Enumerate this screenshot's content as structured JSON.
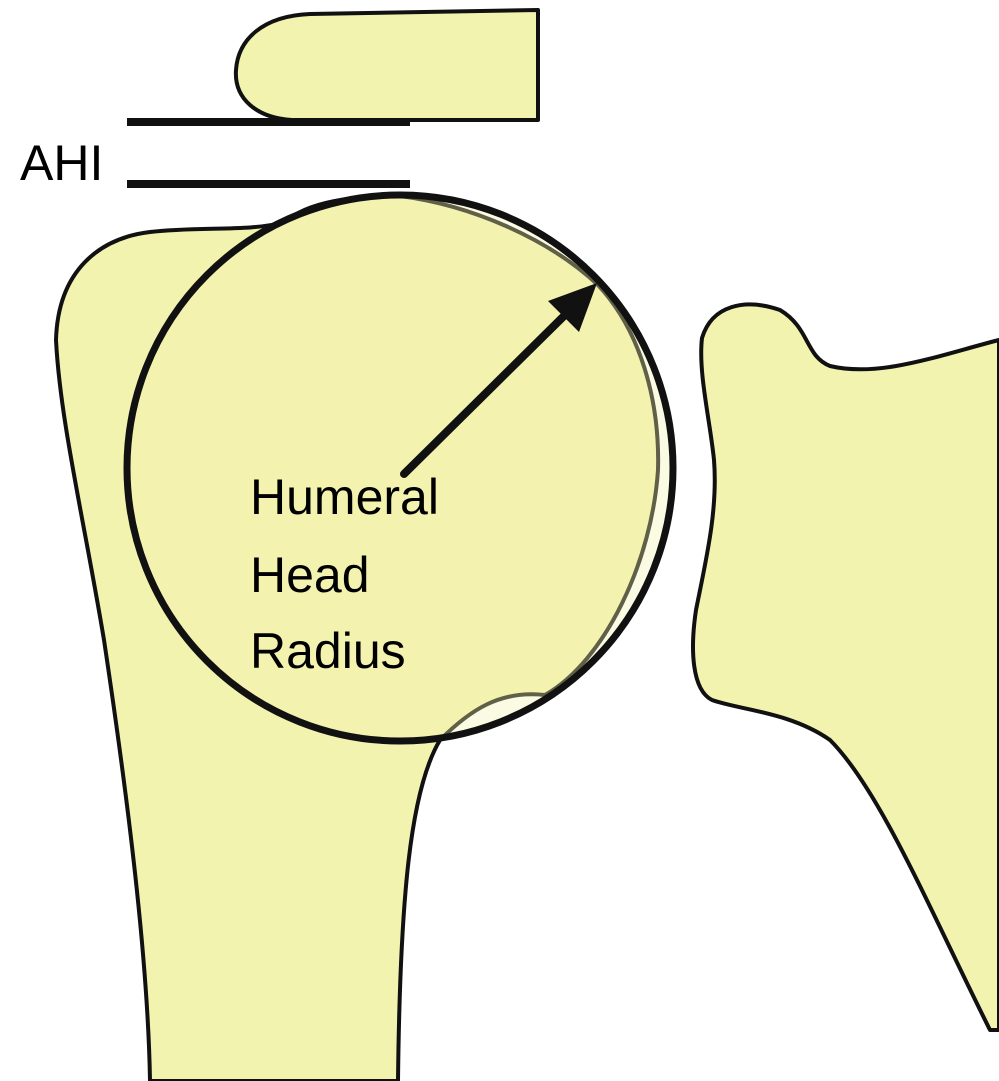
{
  "labels": {
    "ahi": "AHI",
    "radius_line1": "Humeral",
    "radius_line2": "Head",
    "radius_line3": "Radius"
  },
  "colors": {
    "bone_fill": "#f3f3b0",
    "outline": "#111111",
    "background": "#ffffff"
  }
}
